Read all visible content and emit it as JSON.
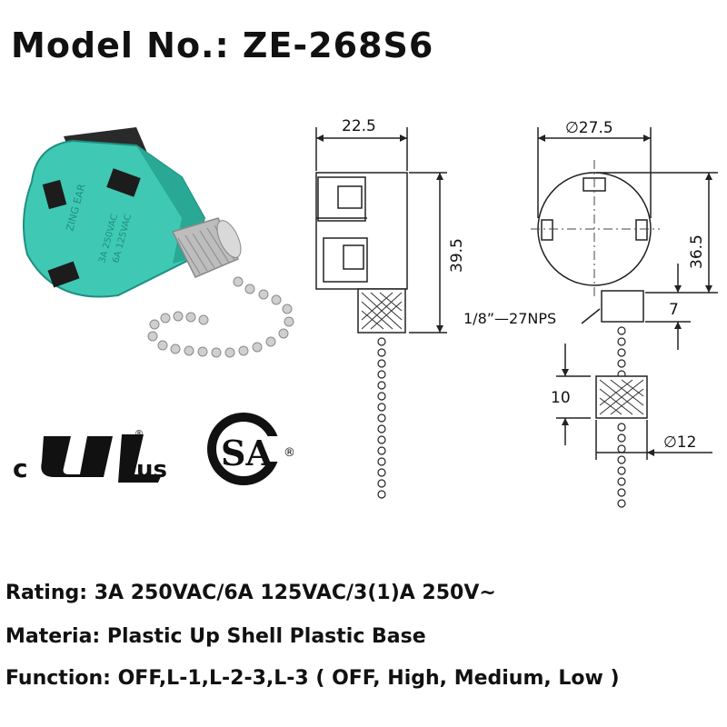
{
  "title": "Model No.: ZE-268S6",
  "product": {
    "brand_text": "ZING EAR",
    "rating_small": "3A 250VAC",
    "rating_small2": "6A 125VAC"
  },
  "certifications": {
    "ul_prefix": "c",
    "ul_suffix": "us",
    "csa_text": "SA",
    "registered": "®"
  },
  "drawing": {
    "side_width": "22.5",
    "side_height": "39.5",
    "front_diameter": "∅27.5",
    "front_height": "36.5",
    "thread_label": "1/8”—27NPS",
    "thread_length": "7",
    "bead_spacing": "10",
    "knob_diameter": "∅12"
  },
  "specs": {
    "rating": "Rating: 3A 250VAC/6A 125VAC/3(1)A 250V~",
    "material": "Materia: Plastic Up Shell Plastic Base",
    "function": "Function: OFF,L-1,L-2-3,L-3  ( OFF, High, Medium, Low )"
  },
  "colors": {
    "switch_body": "#3fc9b4",
    "switch_dark": "#1f8f80",
    "metal": "#c8c8c8",
    "line": "#222222"
  }
}
